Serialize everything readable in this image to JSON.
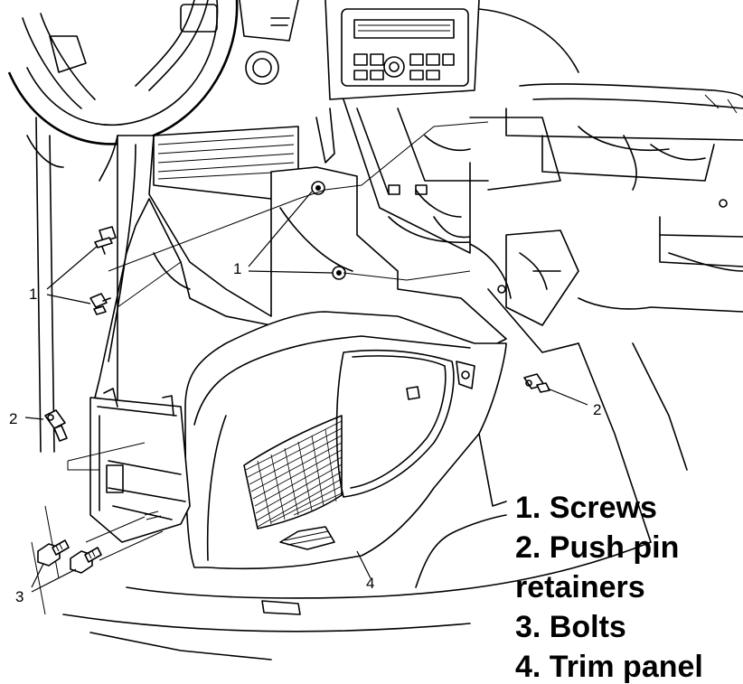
{
  "diagram": {
    "callouts": {
      "c1_left": "1",
      "c1_center": "1",
      "c2_left": "2",
      "c2_right": "2",
      "c3": "3",
      "c4": "4"
    },
    "legend": [
      "1. Screws",
      "2. Push pin",
      "retainers",
      "3. Bolts",
      "4. Trim panel"
    ]
  }
}
